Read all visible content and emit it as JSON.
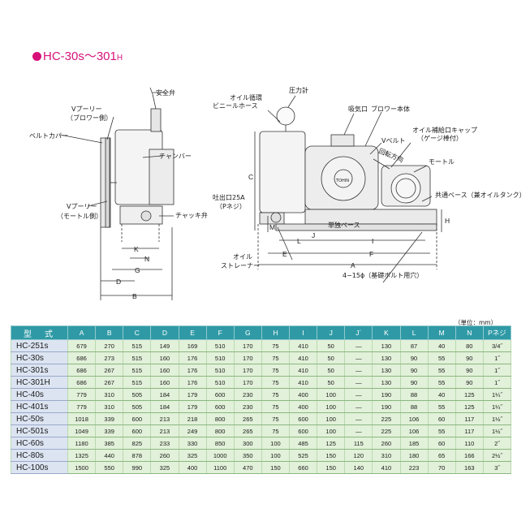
{
  "title": {
    "main": "HC-30s〜301",
    "suffix": "H"
  },
  "labels": {
    "safety_valve": "安全弁",
    "v_pulley_blower": "Vプーリー",
    "v_pulley_blower_side": "（ブロワー側）",
    "belt_cover": "ベルトカバー",
    "chamber": "チャンバー",
    "v_pulley_motor": "Vプーリー",
    "v_pulley_motor_side": "（モートル側）",
    "check_valve": "チャッキ弁",
    "oil_circulation": "オイル循環",
    "vinyl_hose": "ビニールホース",
    "pressure_gauge": "圧力計",
    "intake": "吸気口",
    "blower_body": "ブロワー本体",
    "v_belt": "Vベルト",
    "oil_cap": "オイル補給口キャップ",
    "oil_cap_gauge": "（ゲージ棒付）",
    "rotation": "回転方向",
    "motor": "モートル",
    "common_base": "共通ベース（兼オイルタンク）",
    "outlet": "吐出口25A",
    "outlet_thread": "（Pネジ）",
    "single_base": "単独ベース",
    "oil": "オイル",
    "strainer": "ストレーナー",
    "bolt_holes": "4−15",
    "bolt_holes_phi": "ϕ",
    "bolt_holes_desc": "（基礎ボルト用穴）",
    "name_plate": "TOHIN"
  },
  "dims": {
    "K": "K",
    "N": "N",
    "G": "G",
    "D": "D",
    "B": "B",
    "C": "C",
    "M": "M",
    "H": "H",
    "E": "E",
    "L": "L",
    "J": "J",
    "I": "I",
    "F": "F",
    "A": "A"
  },
  "unit_note": "（単位：mm）",
  "table": {
    "headers": [
      "型　式",
      "A",
      "B",
      "C",
      "D",
      "E",
      "F",
      "G",
      "H",
      "I",
      "J",
      "J´",
      "K",
      "L",
      "M",
      "N",
      "Pネジ"
    ],
    "rows": [
      [
        "HC-251s",
        "679",
        "270",
        "515",
        "149",
        "169",
        "510",
        "170",
        "75",
        "410",
        "50",
        "—",
        "130",
        "87",
        "40",
        "80",
        "3/4˝"
      ],
      [
        "HC-30s",
        "686",
        "273",
        "515",
        "160",
        "176",
        "510",
        "170",
        "75",
        "410",
        "50",
        "—",
        "130",
        "90",
        "55",
        "90",
        "1˝"
      ],
      [
        "HC-301s",
        "686",
        "267",
        "515",
        "160",
        "176",
        "510",
        "170",
        "75",
        "410",
        "50",
        "—",
        "130",
        "90",
        "55",
        "90",
        "1˝"
      ],
      [
        "HC-301H",
        "686",
        "267",
        "515",
        "160",
        "176",
        "510",
        "170",
        "75",
        "410",
        "50",
        "—",
        "130",
        "90",
        "55",
        "90",
        "1˝"
      ],
      [
        "HC-40s",
        "779",
        "310",
        "505",
        "184",
        "179",
        "600",
        "230",
        "75",
        "400",
        "100",
        "—",
        "190",
        "88",
        "40",
        "125",
        "1¼˝"
      ],
      [
        "HC-401s",
        "779",
        "310",
        "505",
        "184",
        "179",
        "600",
        "230",
        "75",
        "400",
        "100",
        "—",
        "190",
        "88",
        "55",
        "125",
        "1¼˝"
      ],
      [
        "HC-50s",
        "1018",
        "339",
        "600",
        "213",
        "218",
        "800",
        "265",
        "75",
        "600",
        "100",
        "—",
        "225",
        "106",
        "60",
        "117",
        "1½˝"
      ],
      [
        "HC-501s",
        "1049",
        "339",
        "600",
        "213",
        "249",
        "800",
        "265",
        "75",
        "600",
        "100",
        "—",
        "225",
        "106",
        "55",
        "117",
        "1½˝"
      ],
      [
        "HC-60s",
        "1180",
        "385",
        "825",
        "233",
        "330",
        "850",
        "300",
        "100",
        "485",
        "125",
        "115",
        "260",
        "185",
        "60",
        "110",
        "2˝"
      ],
      [
        "HC-80s",
        "1325",
        "440",
        "878",
        "260",
        "325",
        "1000",
        "350",
        "100",
        "525",
        "150",
        "120",
        "310",
        "180",
        "65",
        "166",
        "2½˝"
      ],
      [
        "HC-100s",
        "1500",
        "550",
        "990",
        "325",
        "400",
        "1100",
        "470",
        "150",
        "660",
        "150",
        "140",
        "410",
        "223",
        "70",
        "163",
        "3˝"
      ]
    ]
  }
}
